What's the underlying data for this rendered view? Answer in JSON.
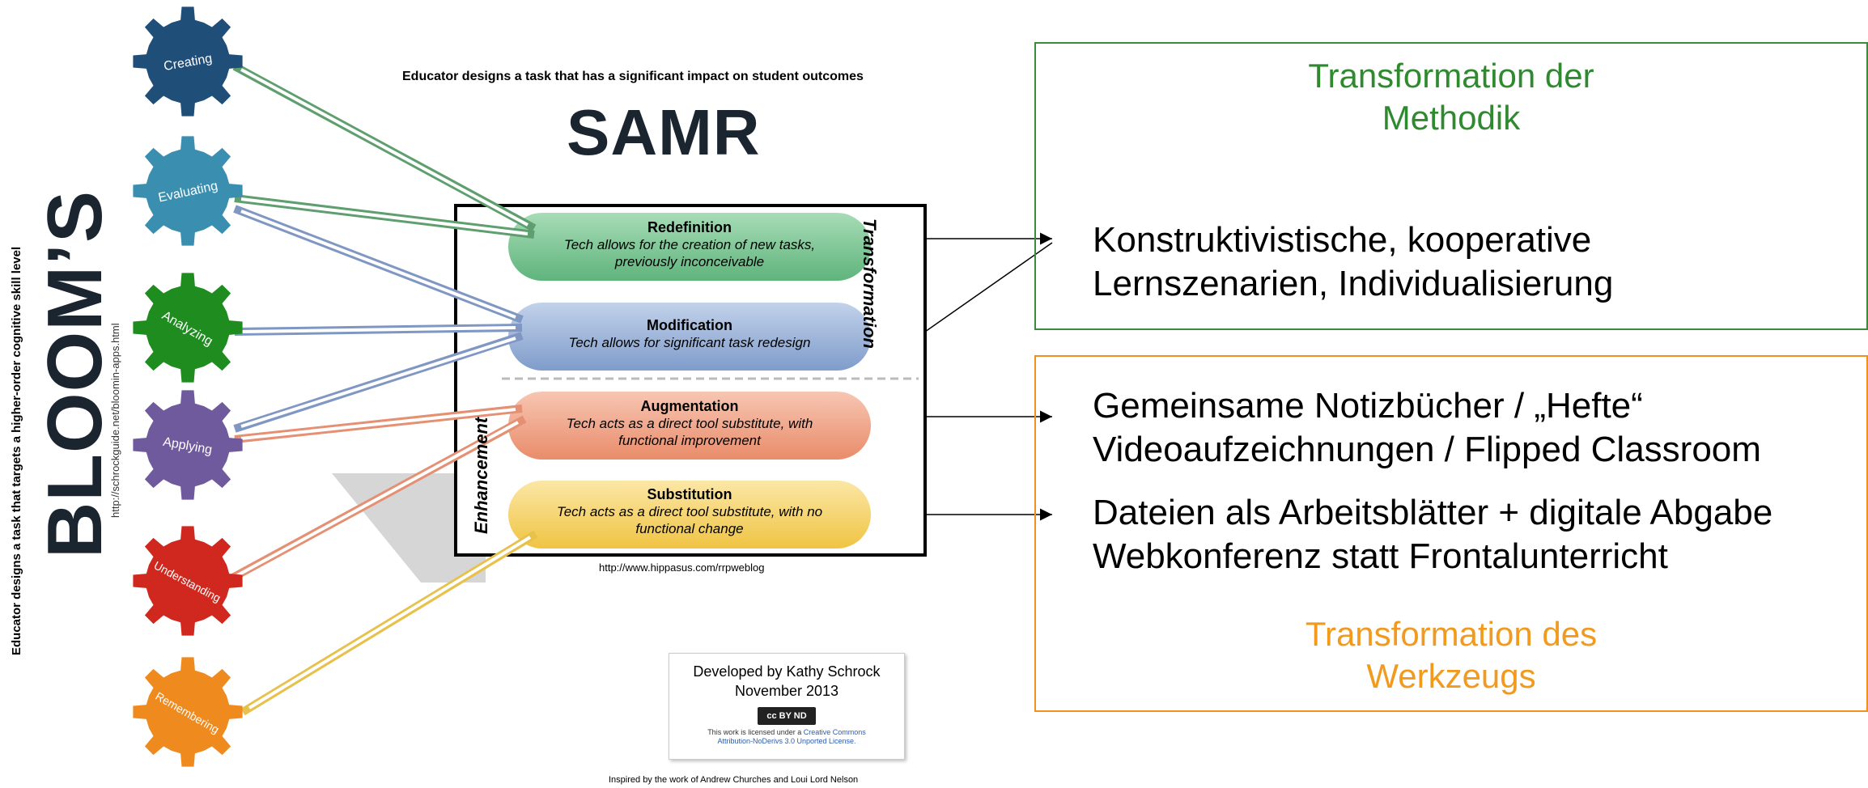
{
  "bloom": {
    "side_text": "Educator designs a task that targets a higher-order cognitive skill level",
    "title": "BLOOM’S",
    "url": "http://schrockguide.net/bloomin-apps.html",
    "levels": [
      {
        "label": "Creating",
        "color": "#1f4e78"
      },
      {
        "label": "Evaluating",
        "color": "#3a8fb0"
      },
      {
        "label": "Analyzing",
        "color": "#1e8c1e"
      },
      {
        "label": "Applying",
        "color": "#6e5a9c"
      },
      {
        "label": "Understanding",
        "color": "#d0281e"
      },
      {
        "label": "Remembering",
        "color": "#ee8a1e"
      }
    ]
  },
  "samr": {
    "top_text": "Educator designs a task that has a significant impact on student outcomes",
    "title": "SAMR",
    "transformation_label": "Transformation",
    "enhancement_label": "Enhancement",
    "levels": [
      {
        "title": "Redefinition",
        "desc1": "Tech allows for the creation of new tasks,",
        "desc2": "previously inconceivable",
        "color": "#6fbf8a"
      },
      {
        "title": "Modification",
        "desc1": "Tech allows for significant task redesign",
        "desc2": "",
        "color": "#8aa6cf"
      },
      {
        "title": "Augmentation",
        "desc1": "Tech acts as a direct tool substitute, with",
        "desc2": "functional improvement",
        "color": "#ef9a7d"
      },
      {
        "title": "Substitution",
        "desc1": "Tech acts as a direct tool substitute, with no",
        "desc2": "functional change",
        "color": "#f3cf60"
      }
    ],
    "source_url": "http://www.hippasus.com/rrpweblog",
    "credit": {
      "line1": "Developed by Kathy Schrock",
      "line2": "November 2013",
      "cc_badge": "cc BY ND",
      "license_prefix": "This work is licensed under a",
      "license_link1": "Creative Commons",
      "license_link2": "Attribution-NoDerivs 3.0 Unported License."
    },
    "inspired": "Inspired by the work of Andrew Churches and Loui Lord Nelson"
  },
  "panels": {
    "green_heading_line1": "Transformation der",
    "green_heading_line2": "Methodik",
    "green_bullet_line1": "Konstruktivistische, kooperative",
    "green_bullet_line2": "Lernszenarien, Individualisierung",
    "orange_bullet1_line1": "Gemeinsame Notizbücher / „Hefte“",
    "orange_bullet1_line2": "Videoaufzeichnungen / Flipped Classroom",
    "orange_bullet2_line1": "Dateien als Arbeitsblätter + digitale Abgabe",
    "orange_bullet2_line2": "Webkonferenz statt Frontalunterricht",
    "orange_heading_line1": "Transformation des",
    "orange_heading_line2": "Werkzeugs",
    "green_color": "#2f8a2f",
    "orange_color": "#f29a1e"
  }
}
